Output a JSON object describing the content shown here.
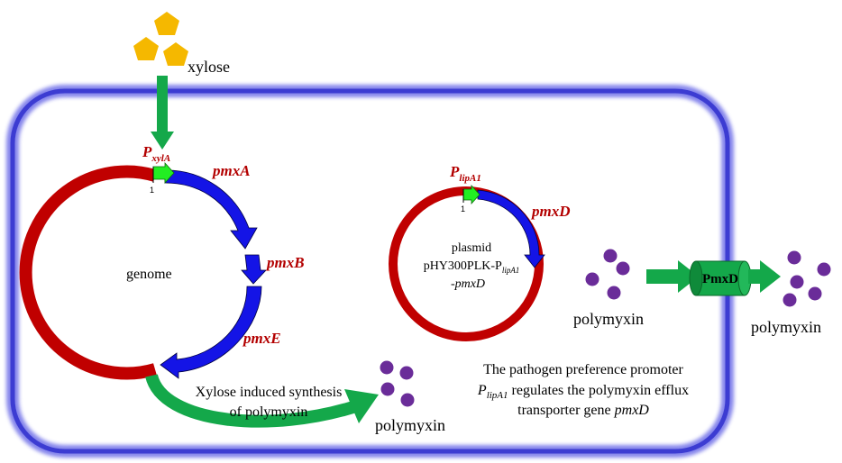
{
  "substrate": {
    "label": "xylose"
  },
  "genome": {
    "label": "genome",
    "promoter": {
      "main": "P",
      "sub": "xylA"
    },
    "promoter_position": "1",
    "genes": [
      "pmxA",
      "pmxB",
      "pmxE"
    ]
  },
  "plasmid": {
    "line1": "plasmid",
    "line2_main": "pHY300PLK-P",
    "line2_sub": "lipA1",
    "line3": "-pmxD",
    "promoter": {
      "main": "P",
      "sub": "lipA1"
    },
    "promoter_position": "1",
    "gene": "pmxD"
  },
  "transporter": {
    "label": "PmxD"
  },
  "product": {
    "inside_label": "polymyxin",
    "cytoplasm_label": "polymyxin",
    "outside_label": "polymyxin"
  },
  "notes": {
    "synthesis_line1": "Xylose induced synthesis",
    "synthesis_line2": "of polymyxin",
    "promoter_line1": "The pathogen preference promoter",
    "promoter_line2_p": "P",
    "promoter_line2_sub": "lipA1",
    "promoter_line2_rest": " regulates the polymyxin efflux",
    "promoter_line3_plain": "transporter gene ",
    "promoter_line3_gene": "pmxD"
  },
  "colors": {
    "membrane": "#4b4bd8",
    "circle": "#c00000",
    "gene_arrow": "#1414e6",
    "promoter_arrow": "#22ee22",
    "flow_arrow": "#14a84a",
    "molecule": "#6a2c99",
    "xylose": "#f5b800",
    "gene_text": "#b30000"
  }
}
